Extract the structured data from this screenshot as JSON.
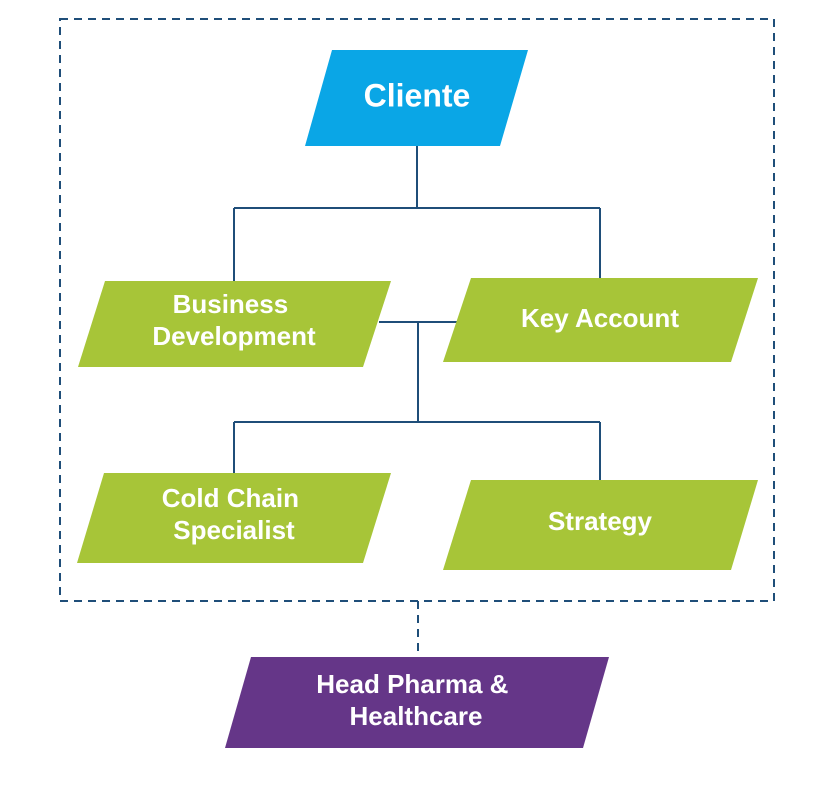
{
  "nodes": {
    "cliente": {
      "label": "Cliente",
      "color": "#0aa6e6"
    },
    "business_development": {
      "line1": "Business",
      "line2": "Development",
      "color": "#a7c538"
    },
    "key_account": {
      "label": "Key Account",
      "color": "#a7c538"
    },
    "cold_chain_specialist": {
      "line1": "Cold Chain",
      "line2": "Specialist",
      "color": "#a7c538"
    },
    "strategy": {
      "label": "Strategy",
      "color": "#a7c538"
    },
    "head_pharma": {
      "line1": "Head Pharma &",
      "line2": "Healthcare",
      "color": "#653688"
    }
  },
  "colors": {
    "connector": "#1f4e79",
    "dashed_border": "#1f4e79"
  }
}
